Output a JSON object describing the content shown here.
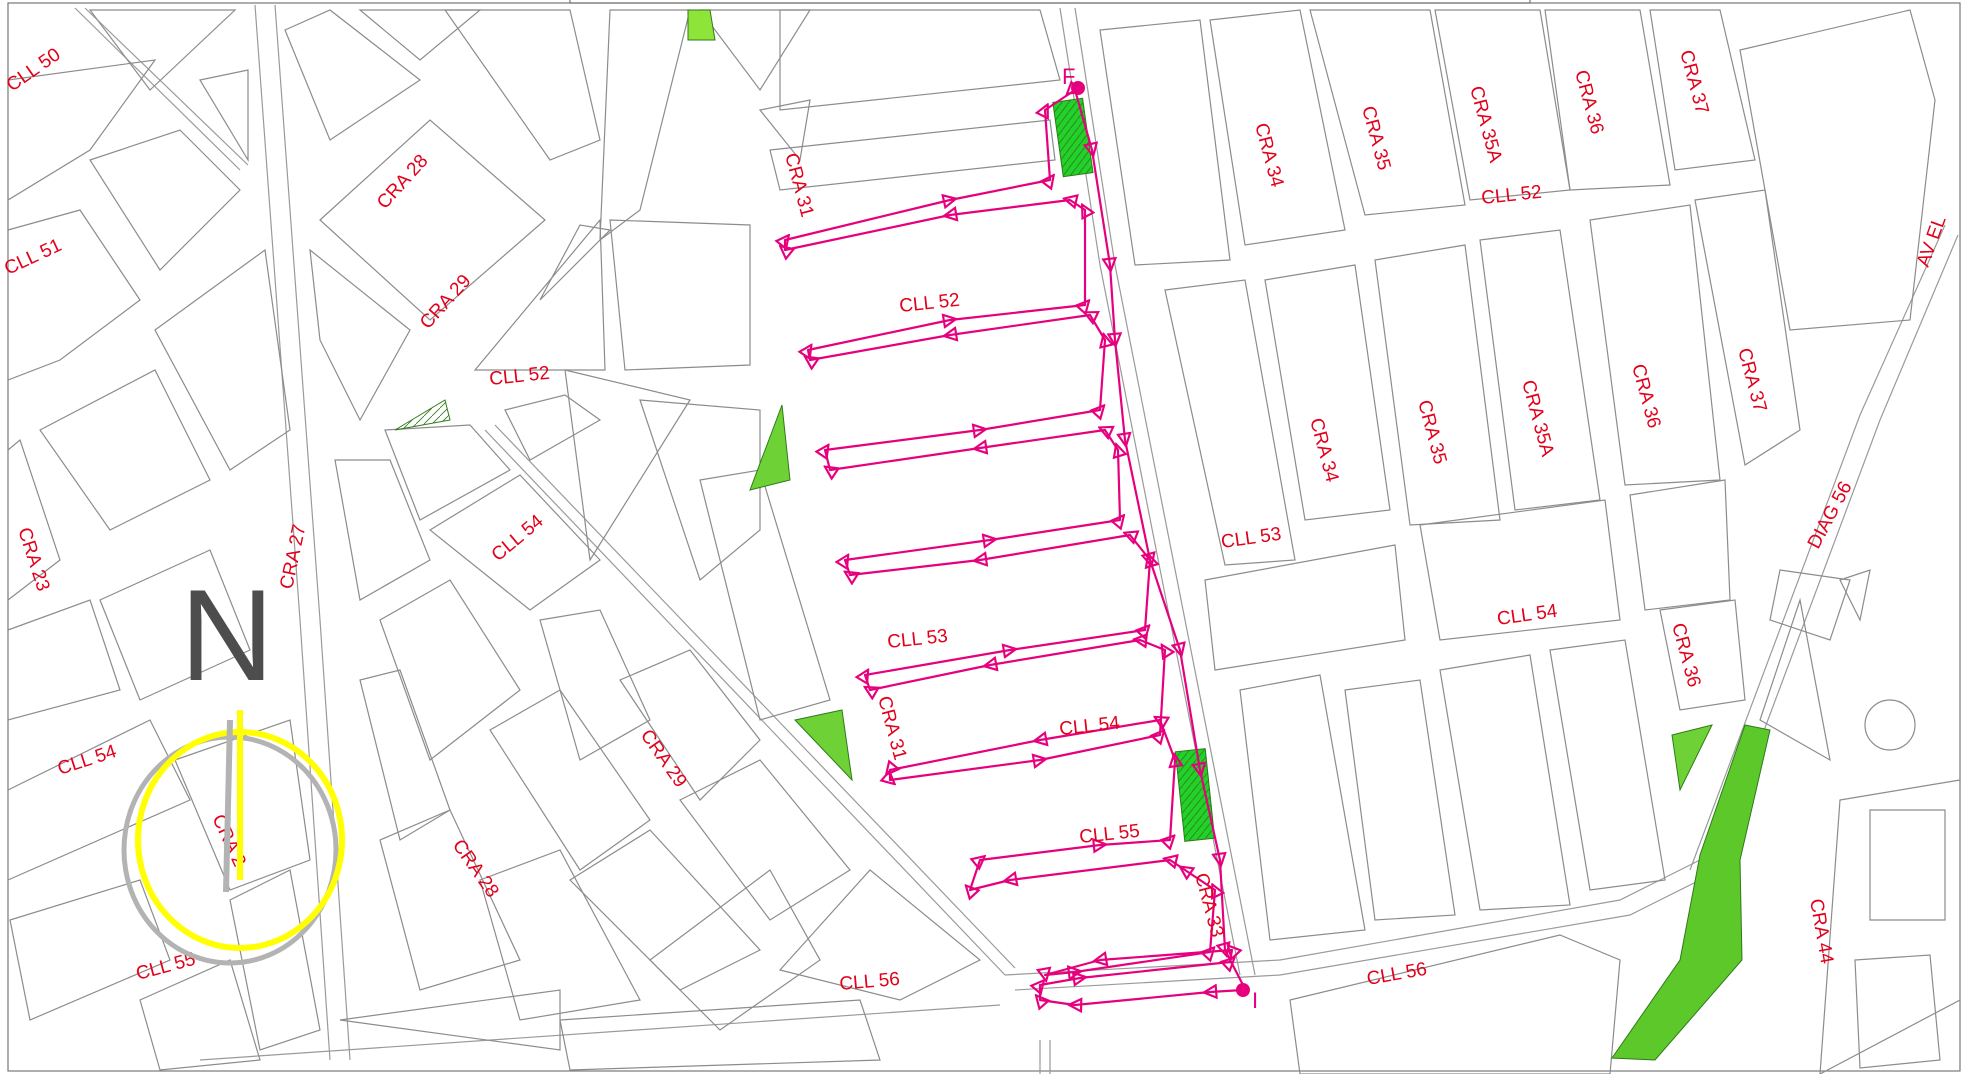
{
  "map": {
    "colors": {
      "street_label": "#e3001b",
      "route": "#e6007e",
      "park_light": "#8fe43a",
      "park_dark": "#43b01b",
      "plaza": "#22d12a",
      "block_line": "#8c8c8c",
      "north_letter": "#4d4d4d",
      "compass_ring": "#b3b3b3",
      "compass_highlight": "#ffff00"
    },
    "start_marker": "I",
    "end_marker": "F",
    "north_label": "N",
    "labels": [
      {
        "text": "CLL 50"
      },
      {
        "text": "CLL 51"
      },
      {
        "text": "CRA 28"
      },
      {
        "text": "CRA 29"
      },
      {
        "text": "CLL 52"
      },
      {
        "text": "CRA 23"
      },
      {
        "text": "CRA 27"
      },
      {
        "text": "CLL 54"
      },
      {
        "text": "CLL 54"
      },
      {
        "text": "CRA 2"
      },
      {
        "text": "CLL 55"
      },
      {
        "text": "CRA 29"
      },
      {
        "text": "CRA 28"
      },
      {
        "text": "CLL 56"
      },
      {
        "text": "CRA 31"
      },
      {
        "text": "CLL 52"
      },
      {
        "text": "CLL 53"
      },
      {
        "text": "CRA 31"
      },
      {
        "text": "CLL 54"
      },
      {
        "text": "CLL 55"
      },
      {
        "text": "CRA 33"
      },
      {
        "text": "CRA 34"
      },
      {
        "text": "CRA 35"
      },
      {
        "text": "CRA 35A"
      },
      {
        "text": "CRA 36"
      },
      {
        "text": "CRA 37"
      },
      {
        "text": "CLL 52"
      },
      {
        "text": "AV EL"
      },
      {
        "text": "CRA 34"
      },
      {
        "text": "CRA 35"
      },
      {
        "text": "CRA 35A"
      },
      {
        "text": "CRA 36"
      },
      {
        "text": "CRA 37"
      },
      {
        "text": "CLL 53"
      },
      {
        "text": "CLL 54"
      },
      {
        "text": "CRA 36"
      },
      {
        "text": "DIAG 56"
      },
      {
        "text": "CLL 56"
      },
      {
        "text": "CRA 44"
      }
    ]
  }
}
